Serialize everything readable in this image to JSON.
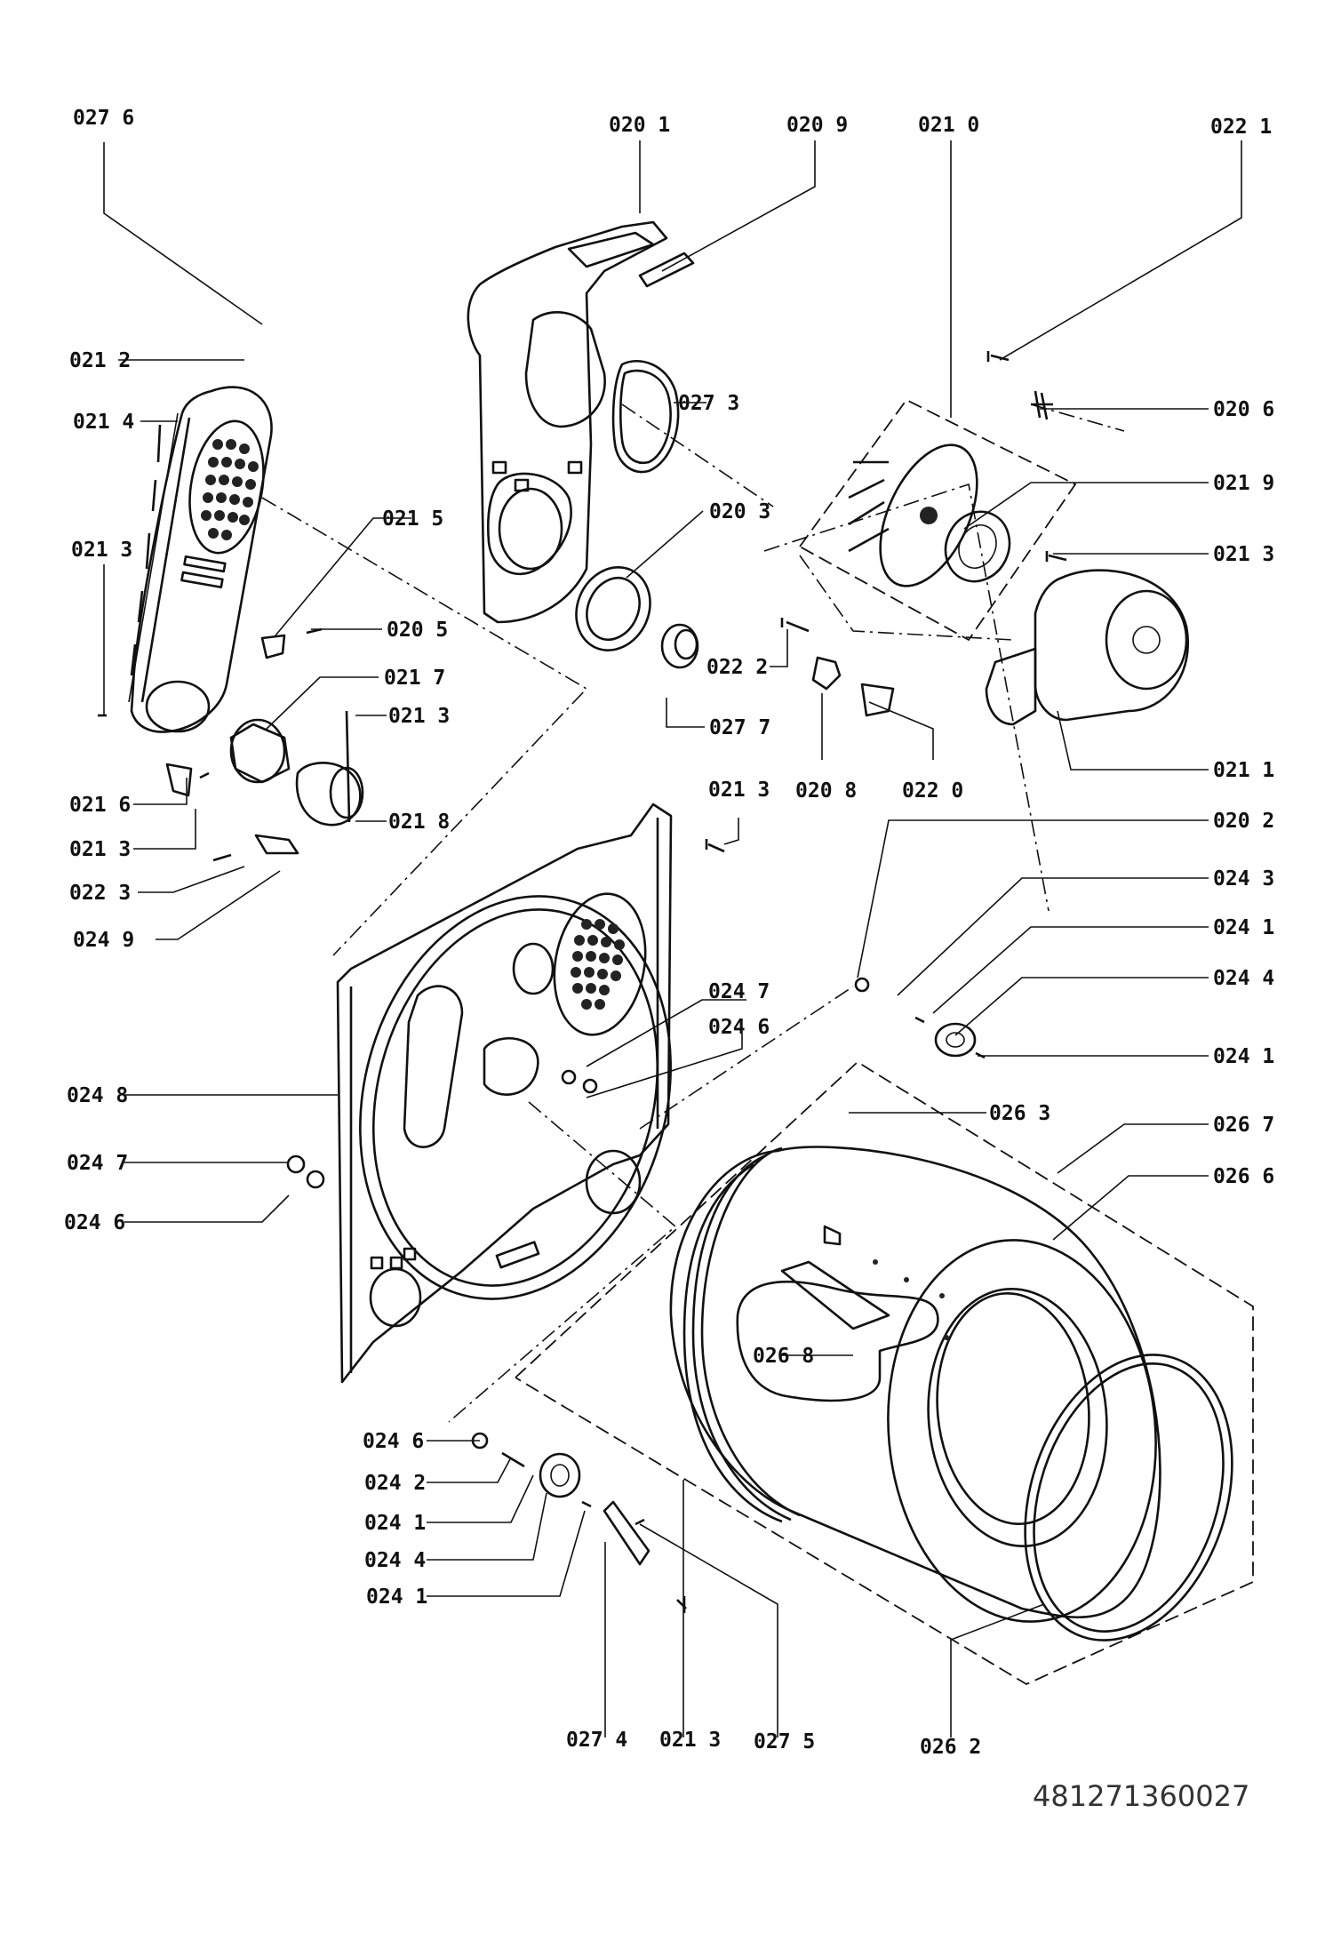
{
  "diagram": {
    "document_number": "481271360027",
    "callouts": [
      {
        "id": "c-0276",
        "text": "027 6"
      },
      {
        "id": "c-0201",
        "text": "020 1"
      },
      {
        "id": "c-0209",
        "text": "020 9"
      },
      {
        "id": "c-0210",
        "text": "021 0"
      },
      {
        "id": "c-0221",
        "text": "022 1"
      },
      {
        "id": "c-0212",
        "text": "021 2"
      },
      {
        "id": "c-0214",
        "text": "021 4"
      },
      {
        "id": "c-0273",
        "text": "027 3"
      },
      {
        "id": "c-0206",
        "text": "020 6"
      },
      {
        "id": "c-0219",
        "text": "021 9"
      },
      {
        "id": "c-0203",
        "text": "020 3"
      },
      {
        "id": "c-0215",
        "text": "021 5"
      },
      {
        "id": "c-0213a",
        "text": "021 3"
      },
      {
        "id": "c-0213b",
        "text": "021 3"
      },
      {
        "id": "c-0205",
        "text": "020 5"
      },
      {
        "id": "c-0222",
        "text": "022 2"
      },
      {
        "id": "c-0217",
        "text": "021 7"
      },
      {
        "id": "c-0213c",
        "text": "021 3"
      },
      {
        "id": "c-0277",
        "text": "027 7"
      },
      {
        "id": "c-0211",
        "text": "021 1"
      },
      {
        "id": "c-0216",
        "text": "021 6"
      },
      {
        "id": "c-0218",
        "text": "021 8"
      },
      {
        "id": "c-0208",
        "text": "020 8"
      },
      {
        "id": "c-0220",
        "text": "022 0"
      },
      {
        "id": "c-0213d",
        "text": "021 3"
      },
      {
        "id": "c-0213e",
        "text": "021 3"
      },
      {
        "id": "c-0202",
        "text": "020 2"
      },
      {
        "id": "c-0223",
        "text": "022 3"
      },
      {
        "id": "c-0243",
        "text": "024 3"
      },
      {
        "id": "c-0249",
        "text": "024 9"
      },
      {
        "id": "c-0241a",
        "text": "024 1"
      },
      {
        "id": "c-0244a",
        "text": "024 4"
      },
      {
        "id": "c-0247a",
        "text": "024 7"
      },
      {
        "id": "c-0246a",
        "text": "024 6"
      },
      {
        "id": "c-0241b",
        "text": "024 1"
      },
      {
        "id": "c-0248",
        "text": "024 8"
      },
      {
        "id": "c-0263",
        "text": "026 3"
      },
      {
        "id": "c-0267",
        "text": "026 7"
      },
      {
        "id": "c-0247b",
        "text": "024 7"
      },
      {
        "id": "c-0266",
        "text": "026 6"
      },
      {
        "id": "c-0246b",
        "text": "024 6"
      },
      {
        "id": "c-0268",
        "text": "026 8"
      },
      {
        "id": "c-0246c",
        "text": "024 6"
      },
      {
        "id": "c-0242",
        "text": "024 2"
      },
      {
        "id": "c-0241c",
        "text": "024 1"
      },
      {
        "id": "c-0244b",
        "text": "024 4"
      },
      {
        "id": "c-0241d",
        "text": "024 1"
      },
      {
        "id": "c-0274",
        "text": "027 4"
      },
      {
        "id": "c-0213f",
        "text": "021 3"
      },
      {
        "id": "c-0275",
        "text": "027 5"
      },
      {
        "id": "c-0262",
        "text": "026 2"
      }
    ]
  }
}
